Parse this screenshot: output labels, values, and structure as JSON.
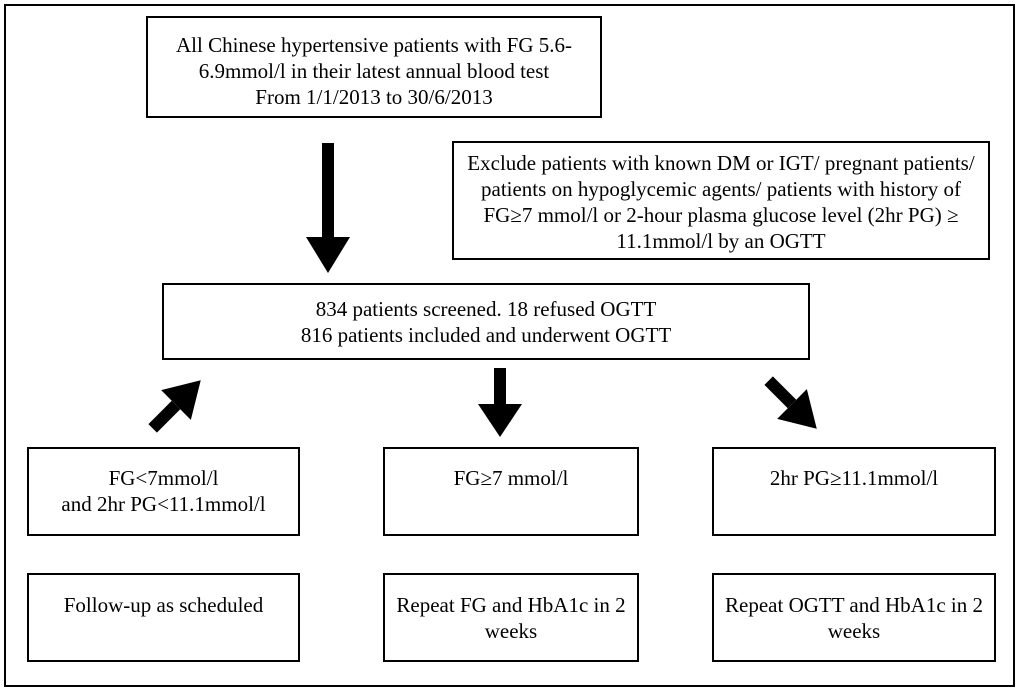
{
  "flowchart": {
    "start_box": {
      "lines": [
        "All Chinese hypertensive patients with FG 5.6-",
        "6.9mmol/l in their latest annual blood test",
        "From 1/1/2013 to 30/6/2013"
      ]
    },
    "exclusion_box": {
      "lines": [
        "Exclude patients with known DM or IGT/ pregnant patients/",
        "patients on hypoglycemic agents/ patients with history of",
        "FG≥7 mmol/l or 2-hour plasma glucose level (2hr PG) ≥",
        "11.1mmol/l by an OGTT"
      ]
    },
    "screening_box": {
      "lines": [
        "834 patients screened. 18 refused OGTT",
        "816 patients included and underwent OGTT"
      ]
    },
    "outcome_normal": {
      "lines": [
        "FG<7mmol/l",
        "and 2hr PG<11.1mmol/l"
      ]
    },
    "outcome_fg": {
      "lines": [
        "FG≥7 mmol/l"
      ]
    },
    "outcome_pg": {
      "lines": [
        "2hr PG≥11.1mmol/l"
      ]
    },
    "action_normal": {
      "lines": [
        "Follow-up as scheduled"
      ]
    },
    "action_fg": {
      "lines": [
        "Repeat FG and HbA1c in 2",
        "weeks"
      ]
    },
    "action_pg": {
      "lines": [
        "Repeat OGTT and HbA1c in 2",
        "weeks"
      ]
    }
  }
}
